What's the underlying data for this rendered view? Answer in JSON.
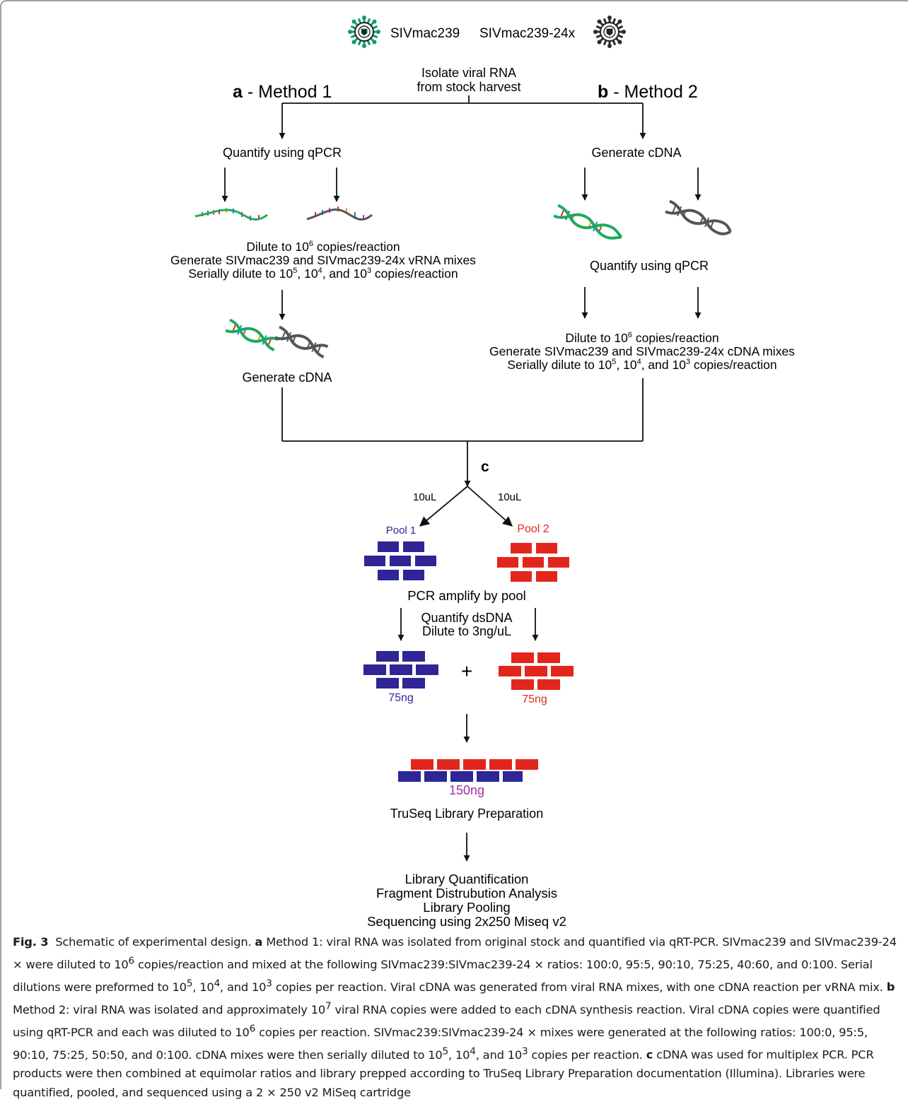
{
  "header": {
    "virus_wt": "SIVmac239",
    "virus_mut": "SIVmac239-24x",
    "isolate_line1": "Isolate viral RNA",
    "isolate_line2": "from stock harvest"
  },
  "method1": {
    "letter": "a",
    "label": " - Method 1",
    "step1": "Quantify using qPCR",
    "dilute_prefix": "Dilute to 10",
    "dilute_exp": "6",
    "dilute_suffix": " copies/reaction",
    "mix_line": "Generate SIVmac239 and SIVmac239-24x vRNA mixes",
    "serial_prefix": "Serially dilute to 10",
    "exp5": "5",
    "sep1": ", 10",
    "exp4": "4",
    "sep2": ", and 10",
    "exp3": "3",
    "serial_suffix": " copies/reaction",
    "step_cdna": "Generate cDNA"
  },
  "method2": {
    "letter": "b",
    "label": " - Method 2",
    "step1": "Generate cDNA",
    "step2": "Quantify using qPCR",
    "dilute_prefix": "Dilute to 10",
    "dilute_exp": "6",
    "dilute_suffix": " copies/reaction",
    "mix_line": "Generate SIVmac239 and SIVmac239-24x cDNA mixes",
    "serial_prefix": "Serially dilute to 10",
    "exp5": "5",
    "sep1": ", 10",
    "exp4": "4",
    "sep2": ", and 10",
    "exp3": "3",
    "serial_suffix": " copies/reaction"
  },
  "section_c": {
    "letter": "c",
    "volume_left": "10uL",
    "volume_right": "10uL",
    "pool1": "Pool 1",
    "pool2": "Pool 2",
    "pcr": "PCR amplify by pool",
    "quantify": "Quantify dsDNA",
    "dilute": "Dilute to 3ng/uL",
    "plus": "+",
    "amount1": "75ng",
    "amount2": "75ng",
    "combined": "150ng",
    "library_prep": "TruSeq Library Preparation",
    "final_steps": [
      "Library Quantification",
      "Fragment Distrubution Analysis",
      "Library Pooling",
      "Sequencing using  2x250 Miseq v2"
    ]
  },
  "colors": {
    "pool1": "#2e2596",
    "pool2": "#e3261c",
    "combined_label": "#a62aa8",
    "virus_green": "#0f9a6b",
    "virus_dark": "#2b2b2b",
    "rna_green": "#1daa5c",
    "rna_gray": "#555555"
  },
  "caption": {
    "fig_label": "Fig. 3",
    "title": "Schematic of experimental design.",
    "a_label": "a",
    "a_text_1": "Method 1: viral RNA was isolated from original stock and quantified via qRT-PCR. SIVmac239 and SIVmac239-24 × were diluted to 10",
    "a_exp_1": "6",
    "a_text_2": " copies/reaction and mixed at the following SIVmac239:SIVmac239-24 × ratios: 100:0, 95:5, 90:10, 75:25, 40:60, and 0:100. Serial dilutions were preformed to 10",
    "a_exp_2": "5",
    "a_text_3": ", 10",
    "a_exp_3": "4",
    "a_text_4": ", and 10",
    "a_exp_4": "3",
    "a_text_5": " copies per reaction. Viral cDNA was generated from viral RNA mixes, with one cDNA reaction per vRNA mix.",
    "b_label": "b",
    "b_text_1": "Method 2: viral RNA was isolated and approximately 10",
    "b_exp_1": "7",
    "b_text_2": " viral RNA copies were added to each cDNA synthesis reaction. Viral cDNA copies were quantified using qRT-PCR and each was diluted to 10",
    "b_exp_2": "6",
    "b_text_3": " copies per reaction. SIVmac239:SIVmac239-24 × mixes were generated at the following ratios: 100:0, 95:5, 90:10, 75:25, 50:50, and 0:100. cDNA mixes were then serially diluted to 10",
    "b_exp_3": "5",
    "b_text_4": ", 10",
    "b_exp_4": "4",
    "b_text_5": ", and 10",
    "b_exp_5": "3",
    "b_text_6": " copies per reaction.",
    "c_label": "c",
    "c_text": "cDNA was used for multiplex PCR. PCR products were then combined at equimolar ratios and library prepped according to TruSeq Library Preparation documentation (Illumina). Libraries were quantified, pooled, and sequenced using a 2 × 250 v2 MiSeq cartridge"
  }
}
